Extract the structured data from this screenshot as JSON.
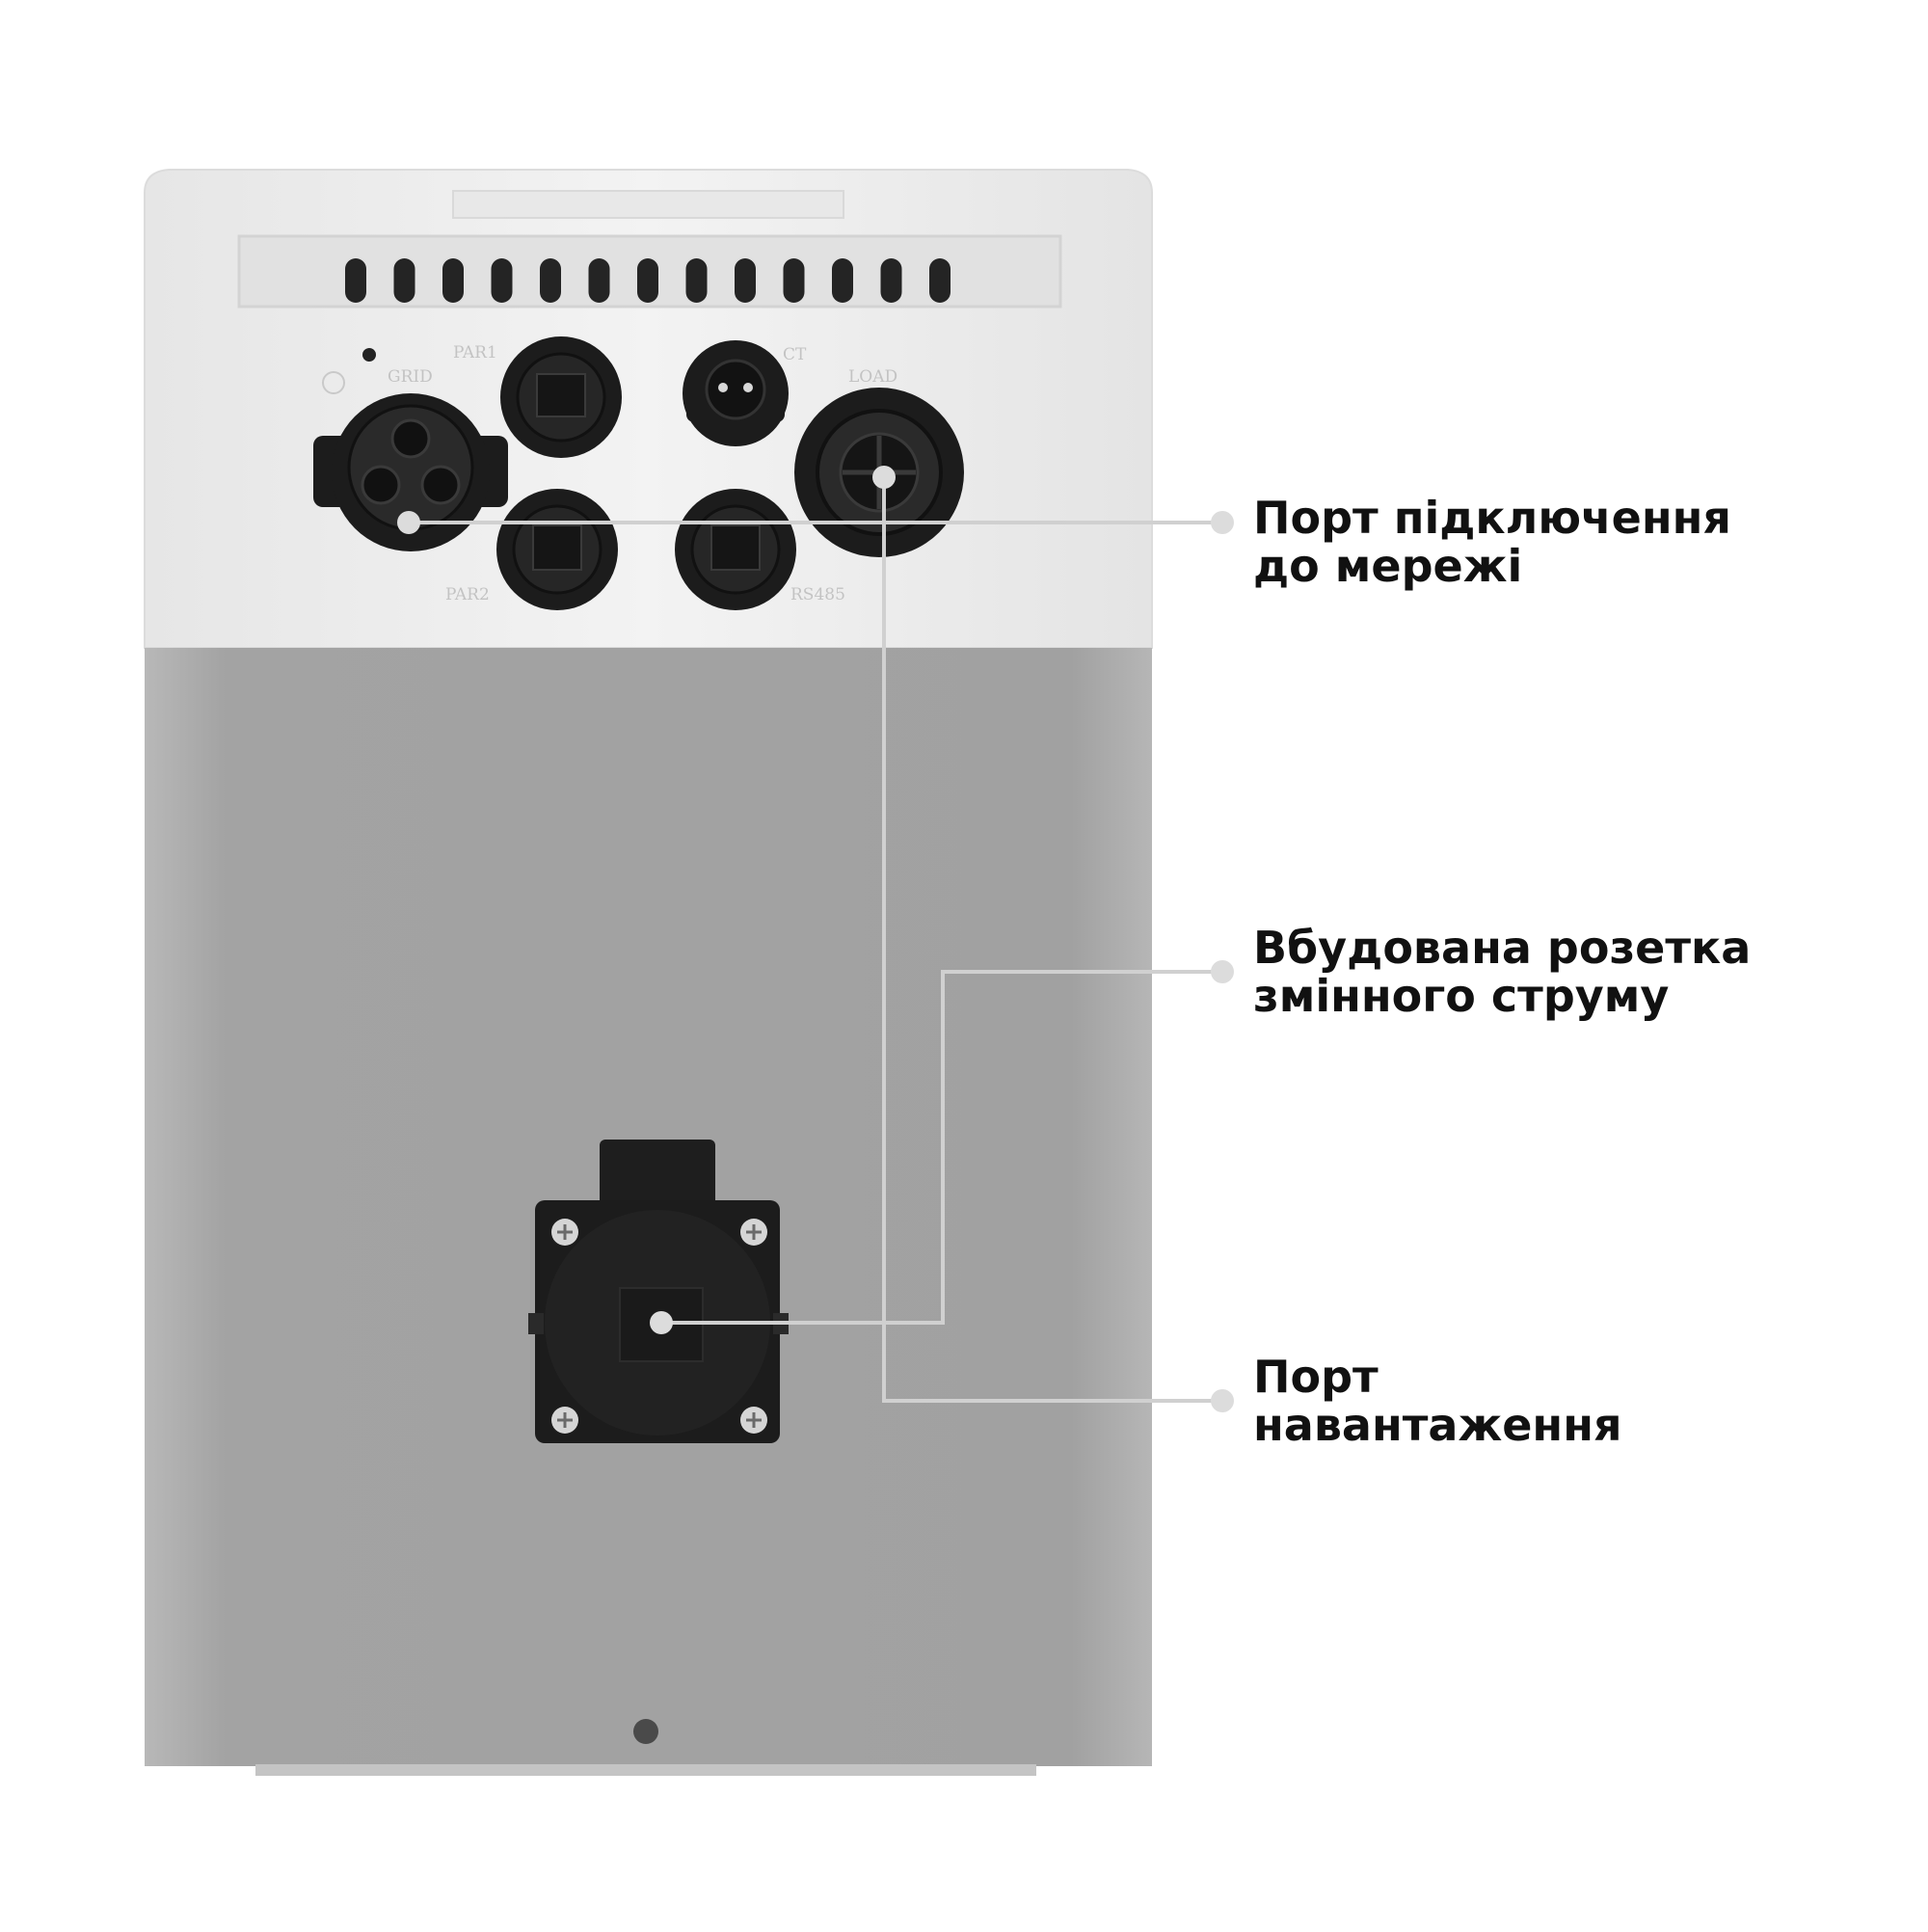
{
  "device": {
    "port_labels": {
      "grid": "GRID",
      "par1": "PAR1",
      "par2": "PAR2",
      "ct": "CT",
      "load": "LOAD",
      "rs485": "RS485"
    }
  },
  "callouts": [
    {
      "id": "grid-port",
      "text": "Порт підключення\nдо мережі"
    },
    {
      "id": "ac-socket",
      "text": "Вбудована розетка\nзмінного струму"
    },
    {
      "id": "load-port",
      "text": "Порт\nнавантаження"
    }
  ],
  "colors": {
    "housing_top": "#ececec",
    "housing_body": "#a3a3a3",
    "connector": "#1c1c1c",
    "leader_line": "#d0d0d0"
  }
}
